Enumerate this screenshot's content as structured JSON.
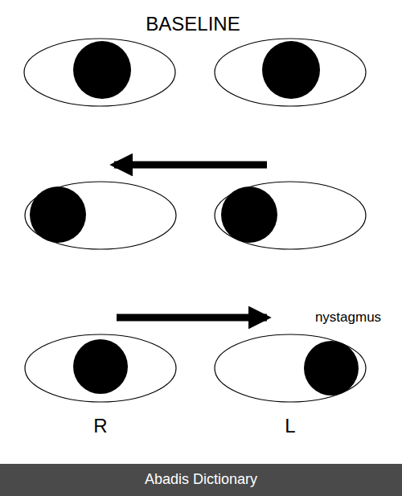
{
  "diagram": {
    "labels": [
      "BASELINE",
      "nystagmus",
      "R",
      "L",
      "Abadis Dictionary"
    ]
  }
}
